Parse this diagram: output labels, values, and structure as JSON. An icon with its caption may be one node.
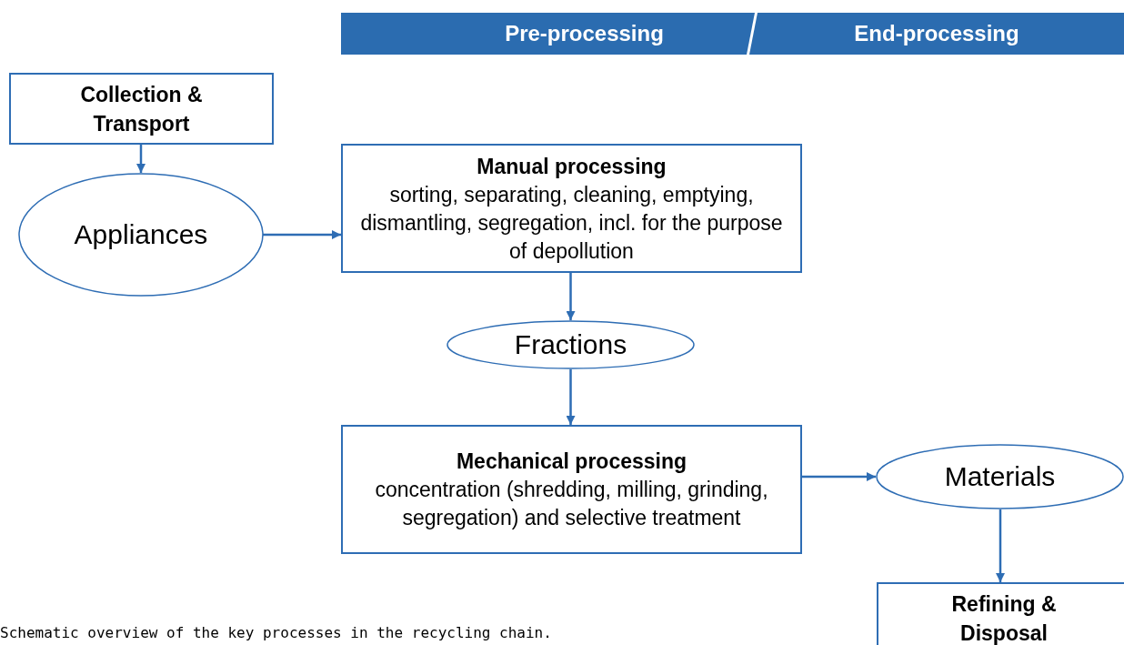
{
  "diagram": {
    "caption": "Schematic overview of the key processes in the recycling chain.",
    "nodes": [
      {
        "text": [
          "Pre-processing"
        ]
      },
      {
        "text": [
          "End-processing"
        ]
      },
      {
        "text": [
          "Collection & Transport"
        ]
      },
      {
        "text": [
          "Appliances"
        ]
      },
      {
        "text": [
          "Manual processing",
          "sorting, separating, cleaning, emptying, dismantling, segregation, incl. for the purpose of depollution"
        ]
      },
      {
        "text": [
          "Fractions"
        ]
      },
      {
        "text": [
          "Mechanical processing",
          "concentration (shredding, milling, grinding, segregation) and selective treatment"
        ]
      },
      {
        "text": [
          "Materials"
        ]
      },
      {
        "text": [
          "Refining & Disposal"
        ]
      }
    ],
    "edges": [
      {
        "from": 2,
        "to": 3,
        "arrow": "to"
      },
      {
        "from": 3,
        "to": 4,
        "arrow": "to"
      },
      {
        "from": 4,
        "to": 5,
        "arrow": "to"
      },
      {
        "from": 5,
        "to": 6,
        "arrow": "to"
      },
      {
        "from": 6,
        "to": 7,
        "arrow": "to"
      },
      {
        "from": 7,
        "to": 8,
        "arrow": "to"
      }
    ]
  }
}
